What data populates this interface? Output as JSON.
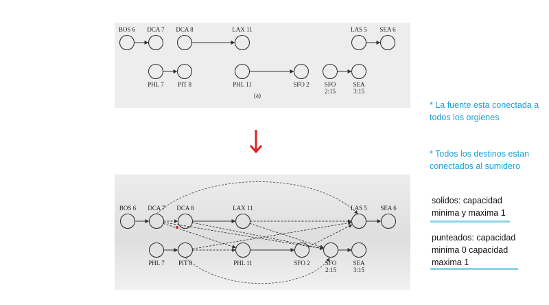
{
  "diagram_top": {
    "nodes": [
      {
        "id": "bos6",
        "label": "BOS 6"
      },
      {
        "id": "dca7",
        "label": "DCA 7"
      },
      {
        "id": "dca8",
        "label": "DCA 8"
      },
      {
        "id": "lax11",
        "label": "LAX 11"
      },
      {
        "id": "las5",
        "label": "LAS 5"
      },
      {
        "id": "sea6",
        "label": "SEA 6"
      },
      {
        "id": "phl7",
        "label": "PHL 7"
      },
      {
        "id": "pit8",
        "label": "PIT 8"
      },
      {
        "id": "phl11",
        "label": "PHL 11"
      },
      {
        "id": "sfo2",
        "label": "SFO 2"
      },
      {
        "id": "sfo215",
        "label": "SFO\n2:15"
      },
      {
        "id": "sea315",
        "label": "SEA\n3:15"
      }
    ],
    "caption": "(a)"
  },
  "diagram_bottom": {
    "nodes": [
      {
        "id": "bos6",
        "label": "BOS 6"
      },
      {
        "id": "dca7",
        "label": "DCA 7"
      },
      {
        "id": "dca8",
        "label": "DCA 8"
      },
      {
        "id": "lax11",
        "label": "LAX 11"
      },
      {
        "id": "las5",
        "label": "LAS 5"
      },
      {
        "id": "sea6",
        "label": "SEA 6"
      },
      {
        "id": "phl7",
        "label": "PHL 7"
      },
      {
        "id": "pit8",
        "label": "PIT 8"
      },
      {
        "id": "phl11",
        "label": "PHL 11"
      },
      {
        "id": "sfo2",
        "label": "SFO 2"
      },
      {
        "id": "sfo215",
        "label": "SFO\n2:15"
      },
      {
        "id": "sea315",
        "label": "SEA\n3:15"
      }
    ]
  },
  "notes": {
    "source": "* La fuente esta conectada a todos los orgienes",
    "sink": "* Todos los destinos estan conectados al sumidero",
    "solid": "solidos: capacidad minima y maxima 1",
    "dashed": "punteados: capacidad minima 0 capacidad maxima 1"
  },
  "colors": {
    "note_blue": "#1aa0d6",
    "arrow_red": "#e02020",
    "underline": "#8fd3ea"
  }
}
